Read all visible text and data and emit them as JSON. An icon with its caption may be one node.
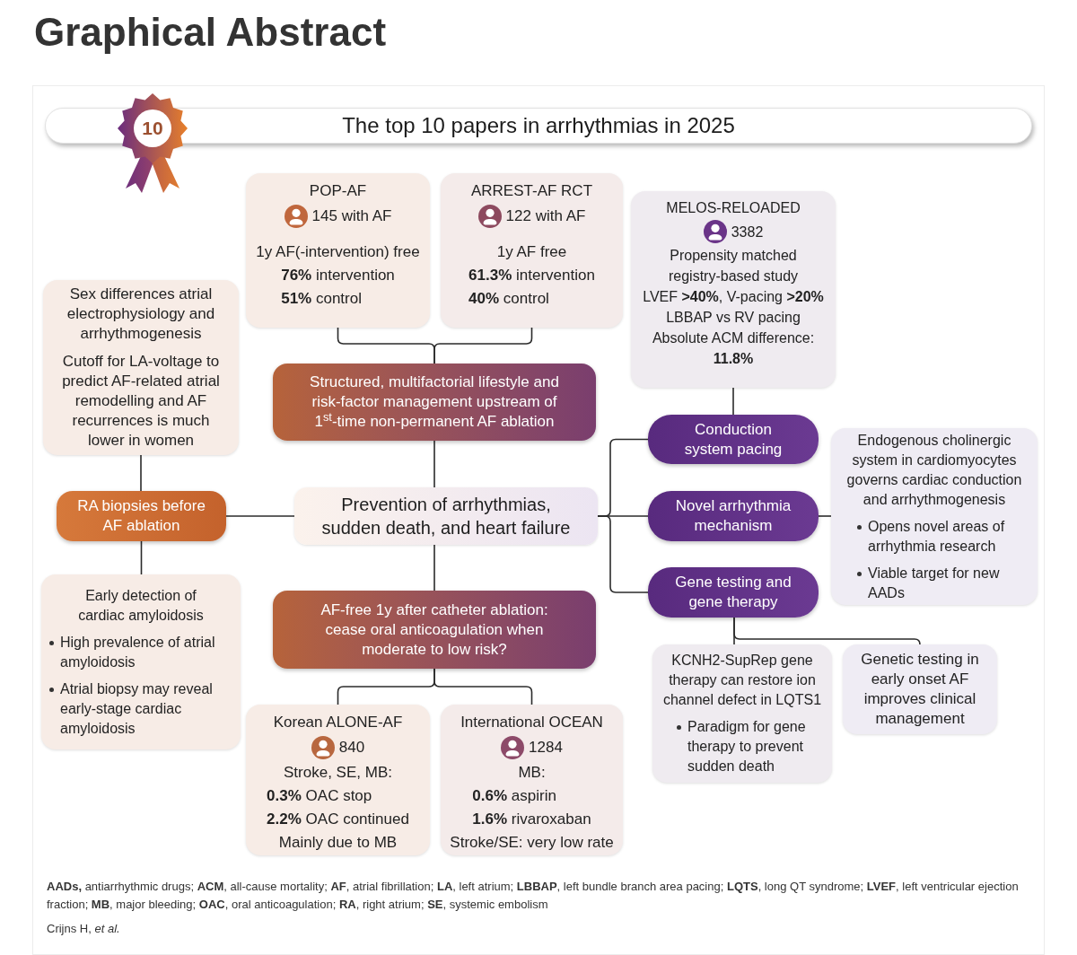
{
  "diagram": {
    "title": "Graphical Abstract",
    "caption": "**AADs,** antiarrhythmic drugs; **ACM**, all-cause mortality; **AF**, atrial fibrillation; **LA**, left atrium; **LBBAP**, left bundle branch area pacing; **LQTS**, long QT syndrome; **LVEF**, left ventricular ejection fraction; **MB**, major bleeding; **OAC**, oral anticoagulation; **RA**, right atrium; **SE**, systemic embolism",
    "nodes": [
      {
        "text": [
          "The top 10 papers in arrhythmias in 2025"
        ]
      },
      {
        "text": [
          "POP-AF",
          "145 with AF",
          "1y AF(-intervention) free",
          "**76%** intervention",
          "**51%** control"
        ]
      },
      {
        "text": [
          "ARREST-AF RCT",
          "122 with AF",
          "1y AF free",
          "**61.3%** intervention",
          "**40%** control"
        ]
      },
      {
        "text": [
          "MELOS-RELOADED",
          "3382",
          "Propensity matched registry-based study",
          "LVEF **>40%**, V-pacing **>20%**",
          "LBBAP vs RV pacing",
          "Absolute ACM difference: **11.8%**"
        ]
      },
      {
        "text": [
          "Sex differences atrial electrophysiology and arrhythmogenesis",
          "Cutoff for LA-voltage to predict AF-related atrial remodelling and AF recurrences is much lower in women"
        ]
      },
      {
        "text": [
          "Structured, multifactorial lifestyle and risk-factor management upstream of 1$^{st}$-time non-permanent AF ablation"
        ]
      },
      {
        "text": [
          "Conduction system pacing"
        ]
      },
      {
        "text": [
          "Endogenous cholinergic system in cardiomyocytes governs cardiac conduction and arrhythmogenesis",
          "Opens novel areas of arrhythmia research",
          "Viable target for new AADs"
        ]
      },
      {
        "text": [
          "RA biopsies before AF ablation"
        ]
      },
      {
        "text": [
          "Prevention of arrhythmias, sudden death, and heart failure"
        ]
      },
      {
        "text": [
          "Novel arrhythmia mechanism"
        ]
      },
      {
        "text": [
          "Gene testing and gene therapy"
        ]
      },
      {
        "text": [
          "Early detection of cardiac amyloidosis",
          "High prevalence of atrial amyloidosis",
          "Atrial biopsy may reveal early-stage cardiac amyloidosis"
        ]
      },
      {
        "text": [
          "AF-free 1y after catheter ablation: cease oral anticoagulation when moderate to low risk?"
        ]
      },
      {
        "text": [
          "KCNH2-SupRep gene therapy can restore ion channel defect in LQTS1",
          "Paradigm for gene therapy to prevent sudden death"
        ]
      },
      {
        "text": [
          "Genetic testing in early onset AF improves clinical management"
        ]
      },
      {
        "text": [
          "Korean ALONE-AF",
          "840",
          "Stroke, SE, MB:",
          "**0.3%** OAC stop",
          "**2.2%** OAC continued",
          "Mainly due to MB"
        ]
      },
      {
        "text": [
          "International OCEAN",
          "1284",
          "MB:",
          "**0.6%** aspirin",
          "**1.6%** rivaroxaban",
          "Stroke/SE: very low rate"
        ]
      }
    ],
    "edges": [
      {
        "from": 1,
        "to": 5,
        "arrow": "none"
      },
      {
        "from": 2,
        "to": 5,
        "arrow": "none"
      },
      {
        "from": 5,
        "to": 9,
        "arrow": "none"
      },
      {
        "from": 4,
        "to": 8,
        "arrow": "none"
      },
      {
        "from": 8,
        "to": 12,
        "arrow": "none"
      },
      {
        "from": 8,
        "to": 9,
        "arrow": "none"
      },
      {
        "from": 3,
        "to": 6,
        "arrow": "none"
      },
      {
        "from": 9,
        "to": 6,
        "arrow": "none"
      },
      {
        "from": 9,
        "to": 10,
        "arrow": "none"
      },
      {
        "from": 9,
        "to": 11,
        "arrow": "none"
      },
      {
        "from": 10,
        "to": 7,
        "arrow": "none"
      },
      {
        "from": 9,
        "to": 13,
        "arrow": "none"
      },
      {
        "from": 13,
        "to": 16,
        "arrow": "none"
      },
      {
        "from": 13,
        "to": 17,
        "arrow": "none"
      },
      {
        "from": 11,
        "to": 14,
        "arrow": "none"
      },
      {
        "from": 11,
        "to": 15,
        "arrow": "none"
      }
    ],
    "labels": [
      "10",
      "Crijns H, *et al.*"
    ]
  }
}
